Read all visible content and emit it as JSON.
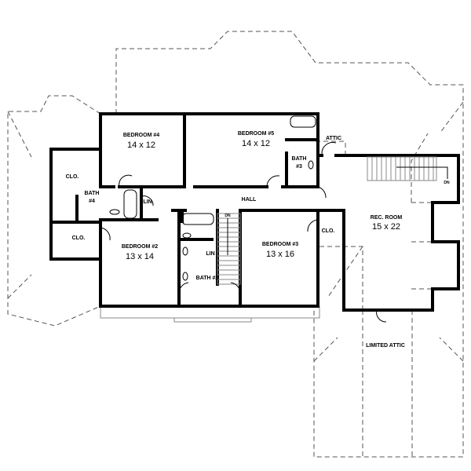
{
  "rooms": {
    "bedroom4": {
      "name": "BEDROOM #4",
      "size": "14 x 12"
    },
    "bedroom5": {
      "name": "BEDROOM #5",
      "size": "14 x 12"
    },
    "bedroom2": {
      "name": "BEDROOM #2",
      "size": "13 x 14"
    },
    "bedroom3": {
      "name": "BEDROOM #3",
      "size": "13 x 16"
    },
    "rec_room": {
      "name": "REC. ROOM",
      "size": "15 x 22"
    },
    "bath3": {
      "line1": "BATH",
      "line2": "#3"
    },
    "bath4": {
      "line1": "BATH",
      "line2": "#4"
    },
    "bath2": "BATH #2",
    "hall": "HALL",
    "attic": "ATTIC",
    "limited_attic": "LIMITED ATTIC",
    "closet_upper_left": "CLO.",
    "closet_lower_left": "CLO.",
    "closet_right": "CLO.",
    "linen_hall": "LIN.",
    "linen_bath2": "LIN",
    "stair_main": "DN",
    "stair_rec": "DN"
  }
}
